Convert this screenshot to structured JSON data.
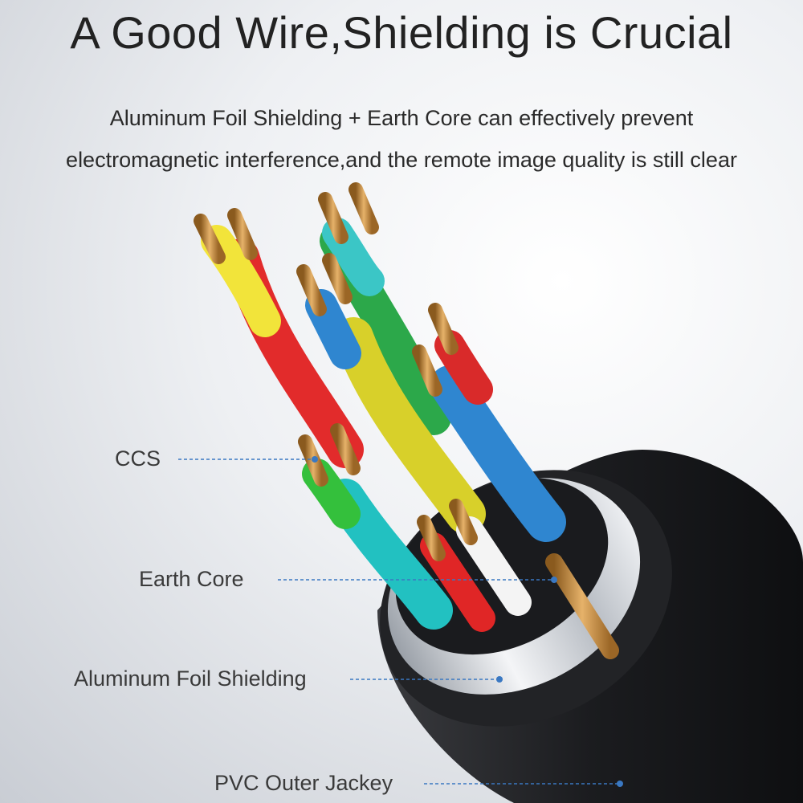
{
  "header": {
    "title": "A Good Wire,Shielding is Crucial",
    "line1": "Aluminum Foil Shielding  +  Earth Core can effectively prevent",
    "line2": "electromagnetic interference,and the remote image quality is still clear"
  },
  "labels": {
    "ccs": "CCS",
    "earth_core": "Earth Core",
    "foil": "Aluminum Foil Shielding",
    "jacket": "PVC Outer Jackey"
  },
  "colors": {
    "callout_line": "#3a78c2",
    "jacket": "#1c1d20",
    "foil": "#d6d9de",
    "copper": "#c98a3a"
  }
}
